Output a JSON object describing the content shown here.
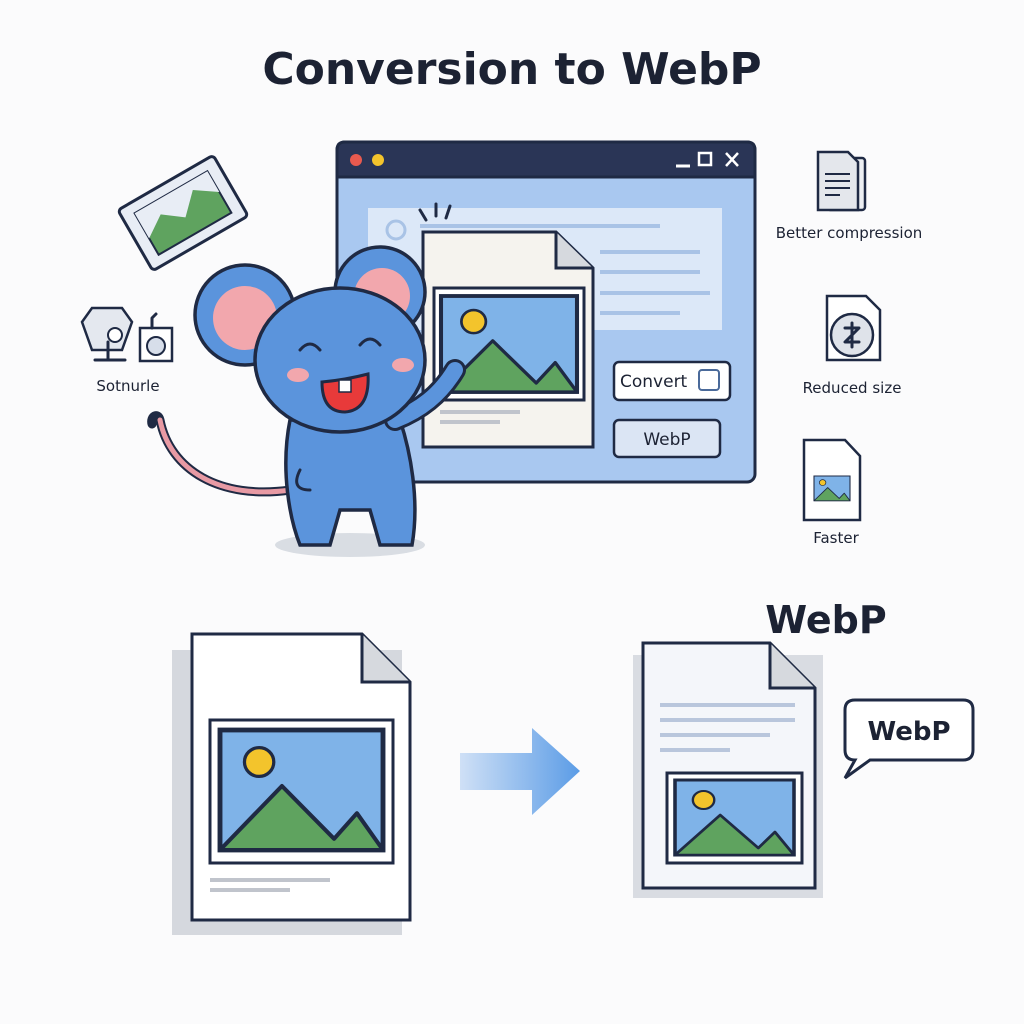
{
  "title": "Conversion to WebP",
  "window": {
    "buttons": [
      "minimize",
      "maximize",
      "close"
    ],
    "convert_label": "Convert",
    "format_label": "WebP"
  },
  "left_icons": {
    "label": "Sotnurle"
  },
  "benefits": [
    {
      "label": "Better compression",
      "icon": "document-icon"
    },
    {
      "label": "Reduced size",
      "icon": "compress-coin-icon"
    },
    {
      "label": "Faster",
      "icon": "image-file-icon"
    }
  ],
  "result": {
    "heading": "WebP",
    "bubble": "WebP"
  },
  "colors": {
    "navy": "#1f2a44",
    "window_body": "#a9c8f0",
    "mouse_blue": "#5b94dc",
    "mountain_green": "#5fa35f",
    "sky_blue": "#7fb3e8",
    "sun_yellow": "#f3c42c",
    "arrow_blue": "#5b9ce6"
  }
}
